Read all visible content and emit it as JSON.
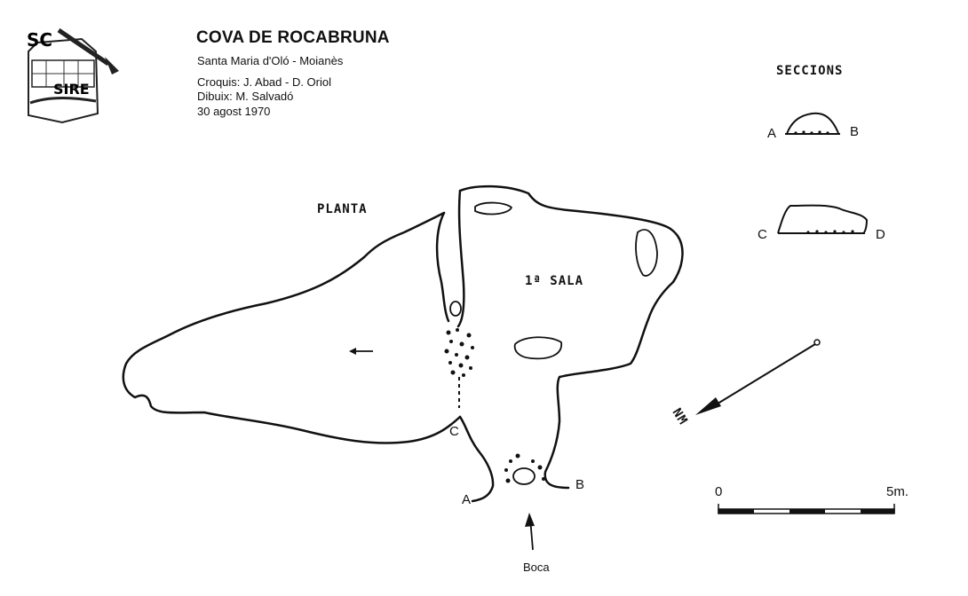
{
  "header": {
    "title": "COVA DE ROCABRUNA",
    "location": "Santa Maria d'Oló - Moianès",
    "croquis": "Croquis: J. Abad - D. Oriol",
    "dibuix": "Dibuix: M. Salvadó",
    "date": "30 agost 1970"
  },
  "logo": {
    "initials": "SC",
    "word": "SIRE"
  },
  "plan": {
    "label": "PLANTA",
    "room_label": "1ª SALA",
    "marker_c": "C",
    "marker_a": "A",
    "marker_b": "B",
    "entrance_label": "Boca"
  },
  "sections": {
    "label": "SECCIONS",
    "ab": {
      "left": "A",
      "right": "B"
    },
    "cd": {
      "left": "C",
      "right": "D"
    }
  },
  "north": {
    "label": "NM"
  },
  "scale": {
    "start": "0",
    "end": "5m."
  }
}
